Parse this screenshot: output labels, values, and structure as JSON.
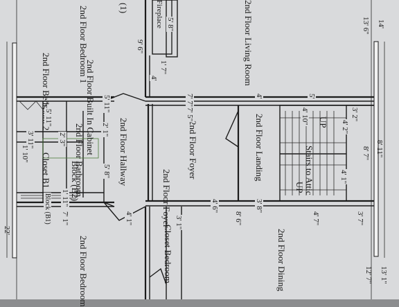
{
  "rooms": {
    "living_room": "2nd Floor Living Room",
    "bedroom_top": "2nd Floor Bedroom 1",
    "bedroom_2": "2nd Floor Bedroom 2",
    "built_in": "2nd Floor Built In Cabinet",
    "hallway": "2nd Floor Hallway",
    "foyer": "2nd Floor Foyer",
    "landing": "2nd Floor Landing",
    "stairs": "Stairs to Attic",
    "bathroom": "2nd Floor Bathroom",
    "closet": "Closet B1",
    "bedroom_bottom": "2nd Floor Bedroom",
    "dining": "2nd Floor Dining",
    "foyer_lower": "2nd Floor Foyer",
    "closet_lower": "Closet Bedroom",
    "fireplace": "Fireplace"
  },
  "labels": {
    "paren_1": "(1)",
    "up_top": "UP",
    "up_bottom": "UP",
    "block_1": "Block (B2)",
    "block_2": "Block (B1)"
  },
  "dimensions": {
    "d_5_8_fp": "5' 8\"",
    "d_9_6": "9' 6\"",
    "d_1_7": "1' 7\"",
    "d_4": "4'",
    "d_13_6": "13' 6\"",
    "d_14": "14'",
    "d_5_11": "5' 11\"",
    "d_7_7": "7' 7\"",
    "d_4_top": "4'",
    "d_5_top": "5'",
    "d_3_2": "3' 2\"",
    "d_8_11": "8' 11\"",
    "d_7_5": "7' 5\"",
    "d_4_10": "4' 10\"",
    "d_4_2": "4' 2\"",
    "d_8_7": "8' 7\"",
    "d_4_1": "4' 1\"",
    "d_5_11b": "5' 11\"",
    "d_2_1": "2' 1\"",
    "d_3_11": "3' 11\"",
    "d_1_10": "1' 10\"",
    "d_2_3": "2' 3\"",
    "d_5_8": "5' 8\"",
    "d_1_11": "1' 11\"",
    "d_4_6": "4' 6\"",
    "d_3_8": "3' 8\"",
    "d_7_1": "7' 1\"",
    "d_4_1b": "4' 1\"",
    "d_8_6": "8' 6\"",
    "d_4_7": "4' 7\"",
    "d_3_7": "3' 7\"",
    "d_22": "22'",
    "d_3_1": "3' 1\"",
    "d_12_7": "12' 7\"",
    "d_13_1": "13' 1\""
  }
}
